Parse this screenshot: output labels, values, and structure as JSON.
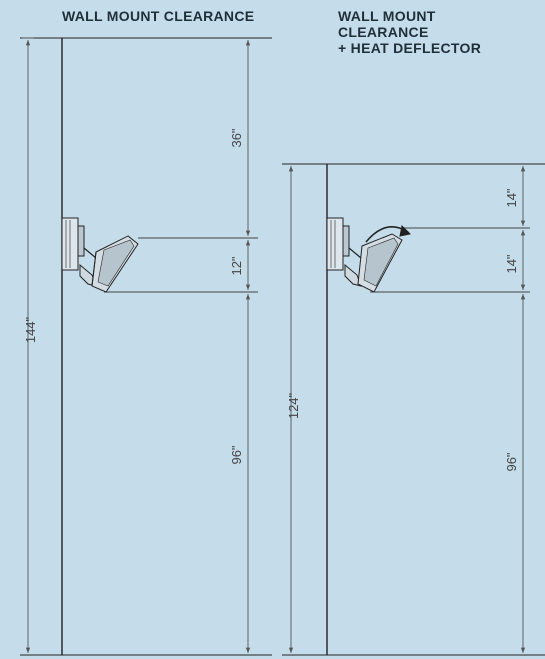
{
  "left_panel": {
    "title": "WALL MOUNT CLEARANCE",
    "dims": {
      "total": "144\"",
      "top": "36\"",
      "heater": "12\"",
      "bottom": "96\""
    }
  },
  "right_panel": {
    "title_lines": [
      "WALL MOUNT",
      "CLEARANCE",
      "+ HEAT DEFLECTOR"
    ],
    "dims": {
      "total": "124\"",
      "top": "14\"",
      "heater": "14\"",
      "bottom": "96\""
    }
  },
  "colors": {
    "background": "#c5dceb",
    "line": "#222222",
    "dim_line": "#555555"
  }
}
